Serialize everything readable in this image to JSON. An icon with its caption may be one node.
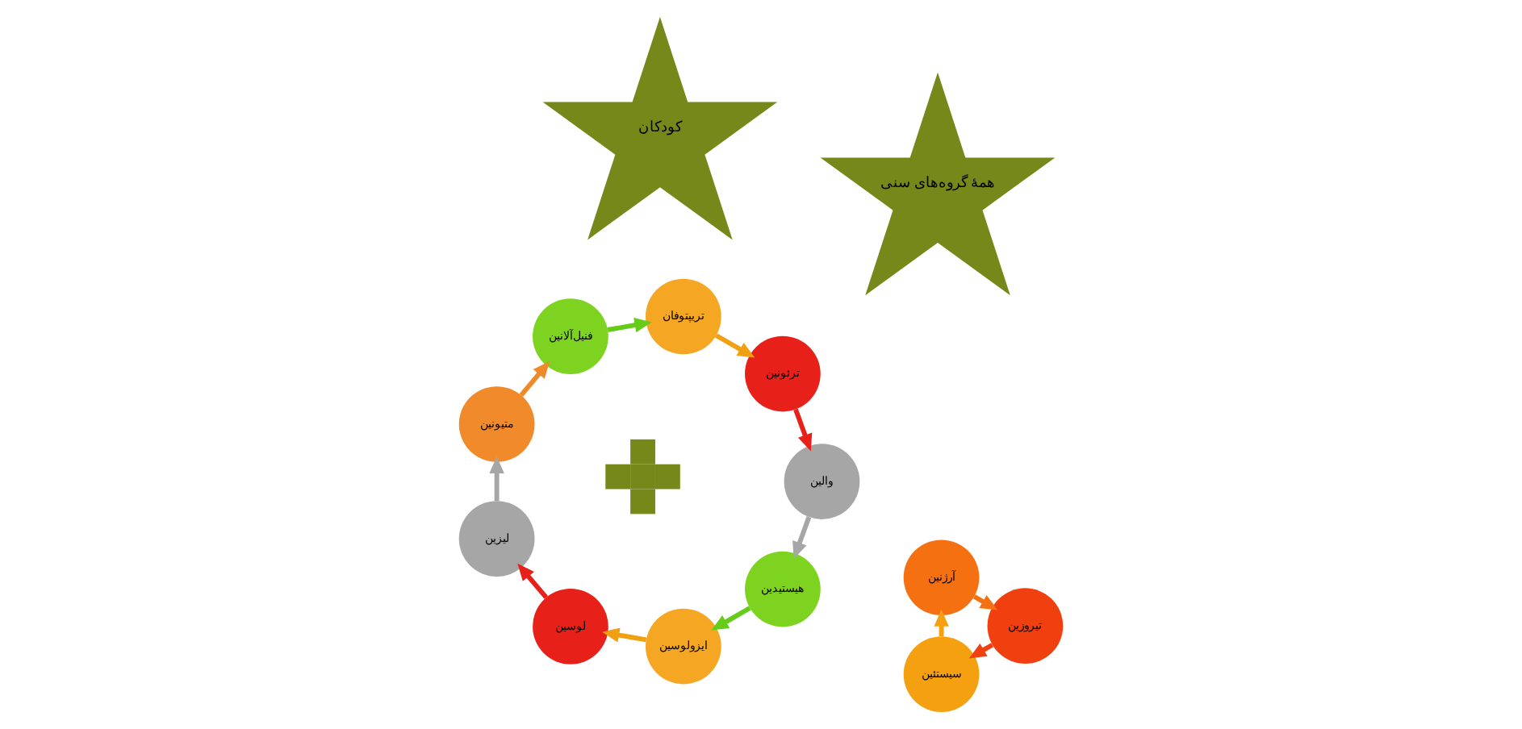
{
  "diagram": {
    "nodes": [
      {
        "text": [
          "هیستیدین"
        ]
      },
      {
        "text": [
          "ایزولوسین"
        ]
      },
      {
        "text": [
          "لوسین"
        ]
      },
      {
        "text": [
          "لیزین"
        ]
      },
      {
        "text": [
          "متیونین"
        ]
      },
      {
        "text": [
          "فنیل‌آلانین"
        ]
      },
      {
        "text": [
          "تریپتوفان"
        ]
      },
      {
        "text": [
          "ترئونین"
        ]
      },
      {
        "text": [
          "والین"
        ]
      },
      {
        "text": [
          "همهٔ گروه‌های سنی"
        ]
      },
      {
        "text": [],
        "shape": "plus"
      },
      {
        "text": [
          "کودکان"
        ]
      },
      {
        "text": [
          "سیستئین"
        ]
      },
      {
        "text": [
          "آرژنین"
        ]
      },
      {
        "text": [
          "تیروزین"
        ]
      }
    ],
    "edges": [
      {
        "from": 8,
        "to": 0,
        "arrow": "to",
        "color": "#a6a6a6"
      },
      {
        "from": 0,
        "to": 1,
        "arrow": "to",
        "color": "#66cc1a"
      },
      {
        "from": 1,
        "to": 2,
        "arrow": "to",
        "color": "#f0a010"
      },
      {
        "from": 2,
        "to": 3,
        "arrow": "to",
        "color": "#e8201a"
      },
      {
        "from": 3,
        "to": 4,
        "arrow": "to",
        "color": "#a6a6a6"
      },
      {
        "from": 4,
        "to": 5,
        "arrow": "to",
        "color": "#ee8a2a"
      },
      {
        "from": 5,
        "to": 6,
        "arrow": "to",
        "color": "#66cc1a"
      },
      {
        "from": 6,
        "to": 7,
        "arrow": "to",
        "color": "#f0a010"
      },
      {
        "from": 7,
        "to": 8,
        "arrow": "to",
        "color": "#e8201a"
      },
      {
        "from": 12,
        "to": 13,
        "arrow": "to",
        "color": "#f5a010"
      },
      {
        "from": 13,
        "to": 14,
        "arrow": "to",
        "color": "#f57010"
      },
      {
        "from": 14,
        "to": 12,
        "arrow": "to",
        "color": "#f04010"
      }
    ]
  }
}
